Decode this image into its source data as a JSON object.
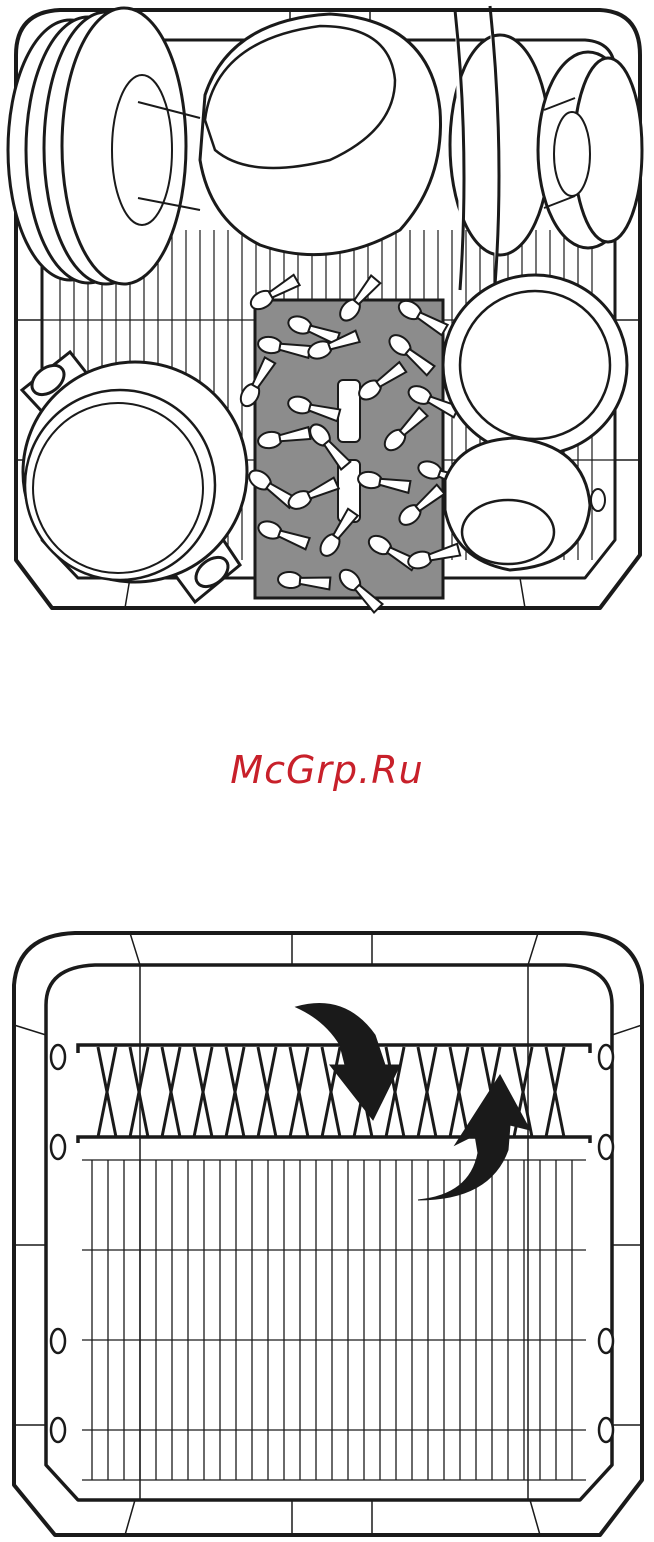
{
  "watermark": {
    "text": "McGrp.Ru",
    "color": "#c8202a"
  },
  "colors": {
    "line": "#1a1a1a",
    "fill_white": "#ffffff",
    "basket_gray": "#8c8c8c",
    "arrow": "#1a1a1a"
  },
  "figures": [
    {
      "id": "loaded-rack",
      "icon": "dishwasher-lower-rack-loaded"
    },
    {
      "id": "empty-rack-fold-tines",
      "icon": "dishwasher-lower-rack-folding-tines"
    }
  ]
}
